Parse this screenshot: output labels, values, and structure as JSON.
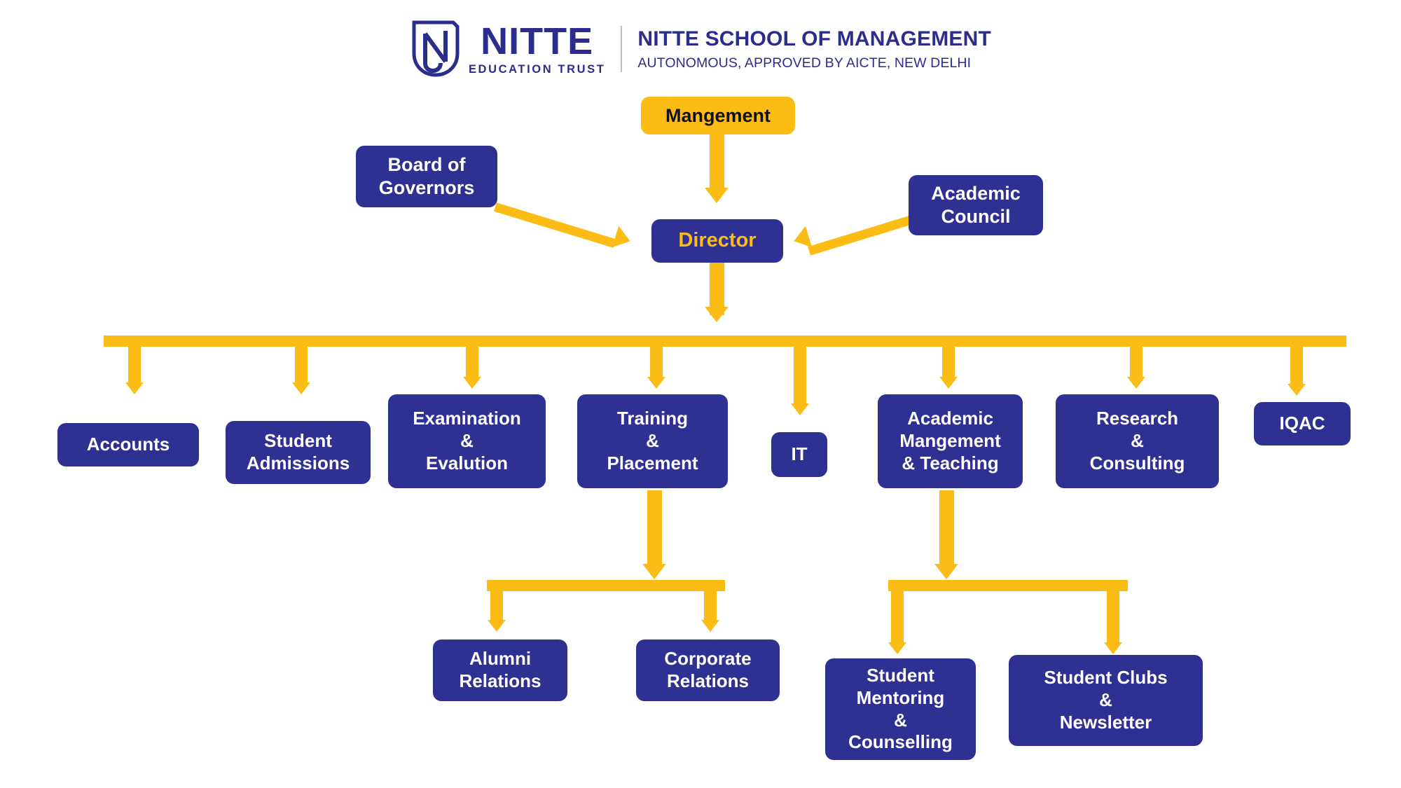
{
  "header": {
    "logo_icon": "nitte-shield-logo",
    "brand_name": "NITTE",
    "brand_tagline": "EDUCATION TRUST",
    "school_name": "NITTE SCHOOL OF MANAGEMENT",
    "school_subtitle": "AUTONOMOUS, APPROVED BY AICTE, NEW DELHI"
  },
  "colors": {
    "navy": "#2E3192",
    "amber": "#FBBC15",
    "background": "#FFFFFF",
    "text_on_navy": "#FFFFFF",
    "text_on_amber": "#111111",
    "director_text": "#FBBC15"
  },
  "chart_data": {
    "type": "org-chart",
    "title": "NITTE School of Management Organisation Structure",
    "nodes": [
      {
        "id": "management",
        "label": "Mangement",
        "style": "amber",
        "level": 0
      },
      {
        "id": "board-of-governors",
        "label": "Board of\nGovernors",
        "style": "navy",
        "level": 1
      },
      {
        "id": "academic-council",
        "label": "Academic\nCouncil",
        "style": "navy",
        "level": 1
      },
      {
        "id": "director",
        "label": "Director",
        "style": "navy-amber-text",
        "level": 1
      },
      {
        "id": "accounts",
        "label": "Accounts",
        "style": "navy",
        "level": 2
      },
      {
        "id": "student-admissions",
        "label": "Student\nAdmissions",
        "style": "navy",
        "level": 2
      },
      {
        "id": "examination-evalution",
        "label": "Examination\n&\nEvalution",
        "style": "navy",
        "level": 2
      },
      {
        "id": "training-placement",
        "label": "Training\n&\nPlacement",
        "style": "navy",
        "level": 2
      },
      {
        "id": "it",
        "label": "IT",
        "style": "navy",
        "level": 2
      },
      {
        "id": "academic-mangement-teaching",
        "label": "Academic\nMangement\n& Teaching",
        "style": "navy",
        "level": 2
      },
      {
        "id": "research-consulting",
        "label": "Research\n&\nConsulting",
        "style": "navy",
        "level": 2
      },
      {
        "id": "iqac",
        "label": "IQAC",
        "style": "navy",
        "level": 2
      },
      {
        "id": "alumni-relations",
        "label": "Alumni\nRelations",
        "style": "navy",
        "level": 3
      },
      {
        "id": "corporate-relations",
        "label": "Corporate\nRelations",
        "style": "navy",
        "level": 3
      },
      {
        "id": "student-mentoring-counselling",
        "label": "Student\nMentoring\n&\nCounselling",
        "style": "navy",
        "level": 3
      },
      {
        "id": "student-clubs-newsletter",
        "label": "Student Clubs\n&\nNewsletter",
        "style": "navy",
        "level": 3
      }
    ],
    "edges": [
      {
        "from": "management",
        "to": "director",
        "kind": "vertical-arrow"
      },
      {
        "from": "board-of-governors",
        "to": "director",
        "kind": "diagonal-arrow"
      },
      {
        "from": "academic-council",
        "to": "director",
        "kind": "diagonal-arrow"
      },
      {
        "from": "director",
        "to": "accounts",
        "kind": "bus-arrow"
      },
      {
        "from": "director",
        "to": "student-admissions",
        "kind": "bus-arrow"
      },
      {
        "from": "director",
        "to": "examination-evalution",
        "kind": "bus-arrow"
      },
      {
        "from": "director",
        "to": "training-placement",
        "kind": "bus-arrow"
      },
      {
        "from": "director",
        "to": "it",
        "kind": "bus-arrow"
      },
      {
        "from": "director",
        "to": "academic-mangement-teaching",
        "kind": "bus-arrow"
      },
      {
        "from": "director",
        "to": "research-consulting",
        "kind": "bus-arrow"
      },
      {
        "from": "director",
        "to": "iqac",
        "kind": "bus-arrow"
      },
      {
        "from": "training-placement",
        "to": "alumni-relations",
        "kind": "bus-arrow"
      },
      {
        "from": "training-placement",
        "to": "corporate-relations",
        "kind": "bus-arrow"
      },
      {
        "from": "academic-mangement-teaching",
        "to": "student-mentoring-counselling",
        "kind": "bus-arrow"
      },
      {
        "from": "academic-mangement-teaching",
        "to": "student-clubs-newsletter",
        "kind": "bus-arrow"
      }
    ]
  }
}
